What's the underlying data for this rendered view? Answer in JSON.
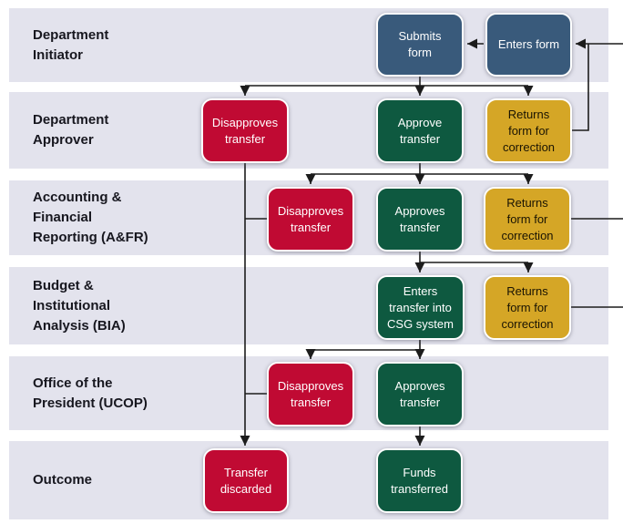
{
  "colors": {
    "initiator_action": "#395a7b",
    "disapprove": "#c00a33",
    "approve": "#0e5940",
    "return_for_correction": "#d5a626",
    "lane_background": "#e3e3ed",
    "connector_line": "#1c1c1c",
    "lane_label_text": "#17171f"
  },
  "lanes": [
    {
      "id": "department_initiator",
      "label": "Department\nInitiator"
    },
    {
      "id": "department_approver",
      "label": "Department\nApprover"
    },
    {
      "id": "accounting_financial_reporting",
      "label": "Accounting &\nFinancial\nReporting (A&FR)"
    },
    {
      "id": "budget_institutional_analysis",
      "label": "Budget &\nInstitutional\nAnalysis (BIA)"
    },
    {
      "id": "office_of_the_president",
      "label": "Office of the\nPresident (UCOP)"
    },
    {
      "id": "outcome",
      "label": "Outcome"
    }
  ],
  "nodes": {
    "submits_form": {
      "label": "Submits\nform",
      "lane": "department_initiator",
      "color": "#395a7b"
    },
    "enters_form": {
      "label": "Enters form",
      "lane": "department_initiator",
      "color": "#395a7b"
    },
    "dept_disapproves": {
      "label": "Disapproves\ntransfer",
      "lane": "department_approver",
      "color": "#c00a33"
    },
    "dept_approves": {
      "label": "Approve\ntransfer",
      "lane": "department_approver",
      "color": "#0e5940"
    },
    "dept_returns": {
      "label": "Returns\nform for\ncorrection",
      "lane": "department_approver",
      "color": "#d5a626"
    },
    "afr_disapproves": {
      "label": "Disapproves\ntransfer",
      "lane": "accounting_financial_reporting",
      "color": "#c00a33"
    },
    "afr_approves": {
      "label": "Approves\ntransfer",
      "lane": "accounting_financial_reporting",
      "color": "#0e5940"
    },
    "afr_returns": {
      "label": "Returns\nform for\ncorrection",
      "lane": "accounting_financial_reporting",
      "color": "#d5a626"
    },
    "bia_enters_csg": {
      "label": "Enters\ntransfer into\nCSG system",
      "lane": "budget_institutional_analysis",
      "color": "#0e5940"
    },
    "bia_returns": {
      "label": "Returns\nform for\ncorrection",
      "lane": "budget_institutional_analysis",
      "color": "#d5a626"
    },
    "ucop_disapproves": {
      "label": "Disapproves\ntransfer",
      "lane": "office_of_the_president",
      "color": "#c00a33"
    },
    "ucop_approves": {
      "label": "Approves\ntransfer",
      "lane": "office_of_the_president",
      "color": "#0e5940"
    },
    "outcome_discarded": {
      "label": "Transfer\ndiscarded",
      "lane": "outcome",
      "color": "#c00a33"
    },
    "outcome_transferred": {
      "label": "Funds\ntransferred",
      "lane": "outcome",
      "color": "#0e5940"
    }
  },
  "edges": [
    {
      "from": "enters_form",
      "to": "submits_form"
    },
    {
      "from": "submits_form",
      "to": "dept_disapproves"
    },
    {
      "from": "submits_form",
      "to": "dept_approves"
    },
    {
      "from": "submits_form",
      "to": "dept_returns"
    },
    {
      "from": "dept_returns",
      "to": "enters_form"
    },
    {
      "from": "dept_approves",
      "to": "afr_disapproves"
    },
    {
      "from": "dept_approves",
      "to": "afr_approves"
    },
    {
      "from": "dept_approves",
      "to": "afr_returns"
    },
    {
      "from": "afr_returns",
      "to": "enters_form"
    },
    {
      "from": "afr_approves",
      "to": "bia_enters_csg"
    },
    {
      "from": "afr_approves",
      "to": "bia_returns"
    },
    {
      "from": "bia_returns",
      "to": "enters_form"
    },
    {
      "from": "bia_enters_csg",
      "to": "ucop_disapproves"
    },
    {
      "from": "bia_enters_csg",
      "to": "ucop_approves"
    },
    {
      "from": "dept_disapproves",
      "to": "outcome_discarded"
    },
    {
      "from": "afr_disapproves",
      "to": "outcome_discarded"
    },
    {
      "from": "ucop_disapproves",
      "to": "outcome_discarded"
    },
    {
      "from": "ucop_approves",
      "to": "outcome_transferred"
    }
  ]
}
